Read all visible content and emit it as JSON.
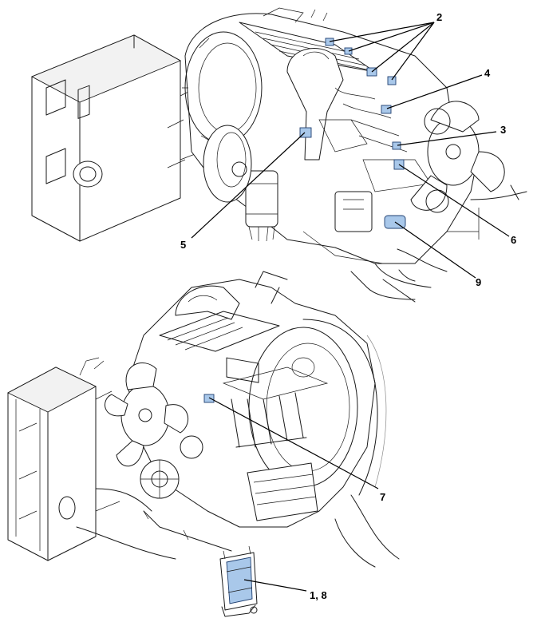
{
  "colors": {
    "sensor_fill": "#a9c8ea",
    "line": "#1a1a1a",
    "background": "#ffffff"
  },
  "callouts": {
    "c2": "2",
    "c4": "4",
    "c3": "3",
    "c5": "5",
    "c6": "6",
    "c9": "9",
    "c7": "7",
    "c18": "1, 8"
  }
}
